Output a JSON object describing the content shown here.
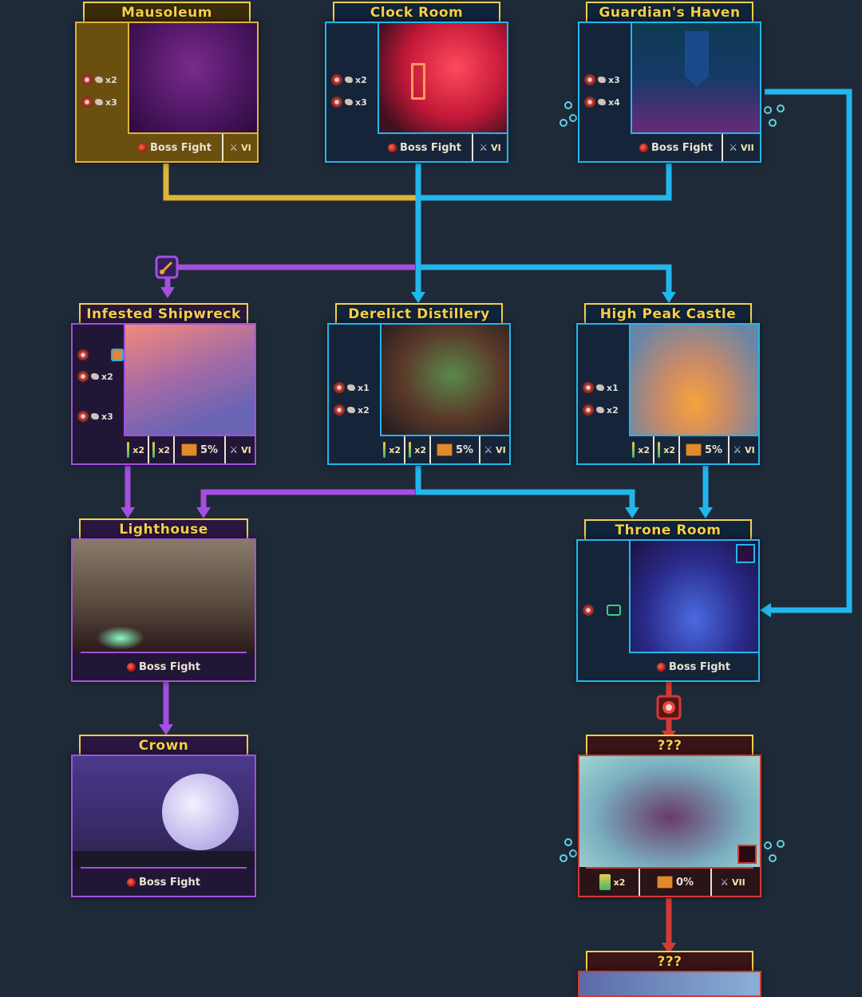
{
  "colors": {
    "gold": "#e0b23b",
    "cyan": "#22b6ec",
    "purple": "#a44fe0",
    "red": "#d23a33",
    "background": "#1e2a38",
    "title_text": "#f4d04b"
  },
  "biomes": {
    "mausoleum": {
      "title": "Mausoleum",
      "mods": [
        "x2",
        "x3"
      ],
      "footer": {
        "boss_label": "Boss Fight",
        "tier": "VI"
      }
    },
    "clock_room": {
      "title": "Clock Room",
      "mods": [
        "x2",
        "x3"
      ],
      "footer": {
        "boss_label": "Boss Fight",
        "tier": "VI"
      }
    },
    "guardians_haven": {
      "title": "Guardian's Haven",
      "mods": [
        "x3",
        "x4"
      ],
      "footer": {
        "boss_label": "Boss Fight",
        "tier": "VII"
      }
    },
    "infested_shipwreck": {
      "title": "Infested Shipwreck",
      "mods": [
        "x2",
        "x3"
      ],
      "footer": {
        "scroll1": "x2",
        "scroll2": "x2",
        "loot": "5%",
        "tier": "VI"
      }
    },
    "derelict_distillery": {
      "title": "Derelict Distillery",
      "mods": [
        "x1",
        "x2"
      ],
      "footer": {
        "scroll1": "x2",
        "scroll2": "x2",
        "loot": "5%",
        "tier": "VI"
      }
    },
    "high_peak_castle": {
      "title": "High Peak Castle",
      "mods": [
        "x1",
        "x2"
      ],
      "footer": {
        "scroll1": "x2",
        "scroll2": "x2",
        "loot": "5%",
        "tier": "VI"
      }
    },
    "lighthouse": {
      "title": "Lighthouse",
      "footer": {
        "boss_label": "Boss Fight"
      }
    },
    "throne_room": {
      "title": "Throne Room",
      "footer": {
        "boss_label": "Boss Fight"
      }
    },
    "crown": {
      "title": "Crown",
      "footer": {
        "boss_label": "Boss Fight"
      }
    },
    "unknown_1": {
      "title": "???",
      "footer": {
        "scroll": "x2",
        "loot": "0%",
        "tier": "VII"
      }
    },
    "unknown_2": {
      "title": "???"
    }
  }
}
